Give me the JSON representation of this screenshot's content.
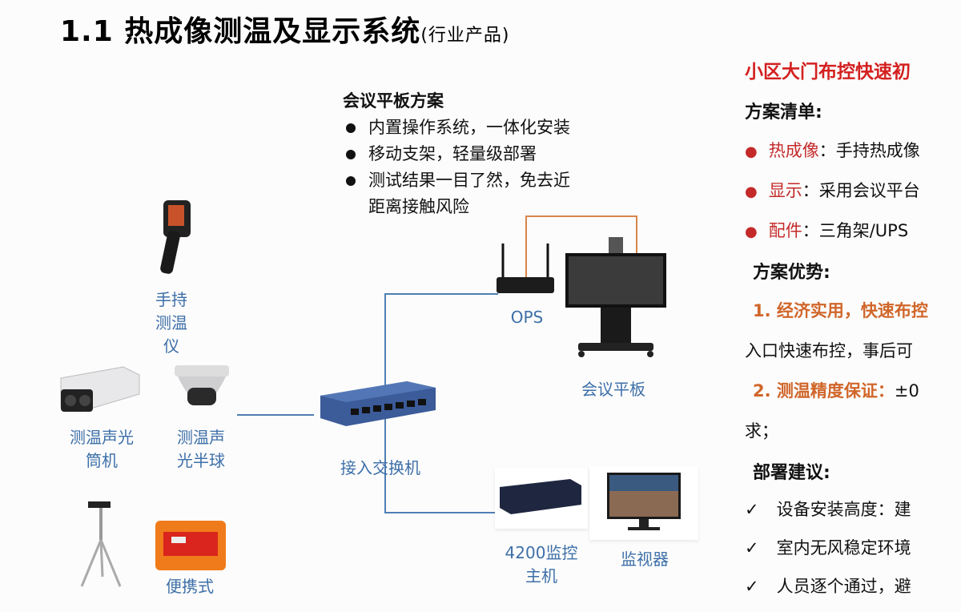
{
  "title": {
    "main": "1.1 热成像测温及显示系统",
    "sub": "(行业产品)"
  },
  "plan": {
    "heading": "会议平板方案",
    "items": [
      "内置操作系统，一体化安装",
      "移动支架，轻量级部署",
      "测试结果一目了然，免去近",
      "距离接触风险"
    ]
  },
  "devices": {
    "handheld": [
      "手持",
      "测温",
      "仪"
    ],
    "bullet": [
      "测温声光",
      "筒机"
    ],
    "dome": [
      "测温声",
      "光半球"
    ],
    "portable": "便携式",
    "switch": "接入交换机",
    "ops": "OPS",
    "panel": "会议平板",
    "nvr": [
      "4200监控",
      "主机"
    ],
    "monitor": "监视器"
  },
  "right": {
    "title": "小区大门布控快速初",
    "list_heading": "方案清单:",
    "list": [
      {
        "key": "热成像",
        "value": "：手持热成像"
      },
      {
        "key": "显示",
        "value": "：采用会议平台"
      },
      {
        "key": "配件",
        "value": "：三角架/UPS"
      }
    ],
    "adv_heading": "方案优势:",
    "adv1": "1. 经济实用，快速布控",
    "adv1_text": "入口快速布控，事后可",
    "adv2": "2. 测温精度保证：",
    "adv2_text": "±0",
    "adv2_tail": "求；",
    "deploy_heading": "部署建议:",
    "deploy": [
      "设备安装高度：建",
      "室内无风稳定环境",
      "人员逐个通过，避"
    ]
  },
  "colors": {
    "accent_red": "#d42020",
    "accent_orange": "#d0662a",
    "label_blue": "#3d6fa8",
    "line_blue": "#4f7fb5",
    "line_orange": "#d9864a"
  }
}
